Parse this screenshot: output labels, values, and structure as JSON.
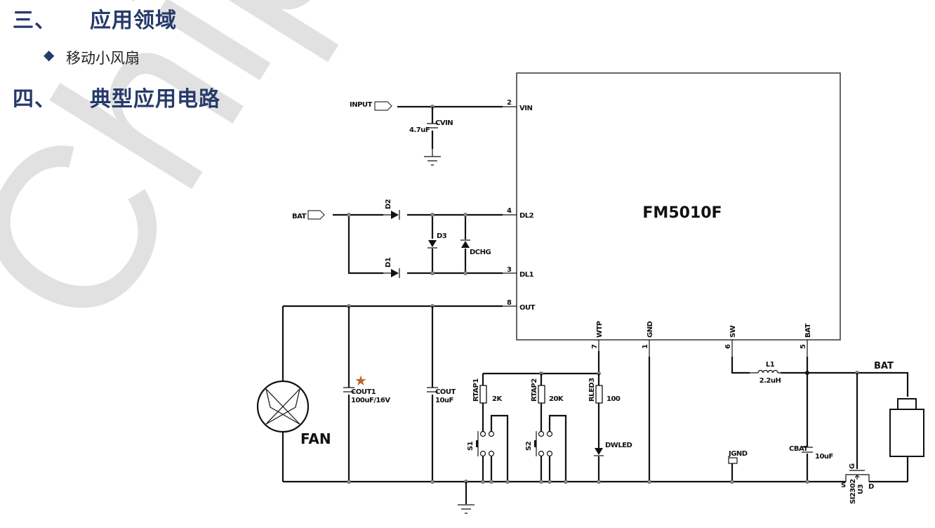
{
  "watermark": "ChipSea",
  "sections": [
    {
      "number": "三、",
      "title": "应用领域"
    },
    {
      "number": "四、",
      "title": "典型应用电路"
    }
  ],
  "applications": [
    {
      "bullet": "◆",
      "text": "移动小风扇"
    }
  ],
  "colors": {
    "heading": "#263a6b",
    "star": "#b8672e",
    "wire": "#111111"
  },
  "schematic": {
    "ic": {
      "name": "FM5010F",
      "pins": [
        {
          "num": "2",
          "name": "VIN"
        },
        {
          "num": "4",
          "name": "DL2"
        },
        {
          "num": "3",
          "name": "DL1"
        },
        {
          "num": "8",
          "name": "OUT"
        },
        {
          "num": "7",
          "name": "WTP"
        },
        {
          "num": "1",
          "name": "GND"
        },
        {
          "num": "6",
          "name": "SW"
        },
        {
          "num": "5",
          "name": "BAT"
        }
      ]
    },
    "ports": {
      "input": "INPUT",
      "bat": "BAT"
    },
    "cvin": {
      "ref": "CVIN",
      "value": "4.7uF"
    },
    "diodes": {
      "d1": "D1",
      "d2": "D2",
      "d3": "D3",
      "dchg": "DCHG",
      "dwled": "DWLED"
    },
    "fan": {
      "label": "FAN"
    },
    "cout1": {
      "ref": "COUT1",
      "value": "100uF/16V",
      "marker": "★"
    },
    "cout": {
      "ref": "COUT",
      "value": "10uF"
    },
    "rtap1": {
      "ref": "RTAP1",
      "value": "2K"
    },
    "rtap2": {
      "ref": "RTAP2",
      "value": "20K"
    },
    "rled3": {
      "ref": "RLED3",
      "value": "100"
    },
    "switches": {
      "s1": "S1",
      "s2": "S2"
    },
    "l1": {
      "ref": "L1",
      "value": "2.2uH"
    },
    "cbat": {
      "ref": "CBAT",
      "value": "10uF"
    },
    "jgnd": "JGND",
    "battery_net": "BAT",
    "mosfet": {
      "ref": "U3",
      "part": "SI2302",
      "gate": "G",
      "source": "S",
      "drain": "D"
    }
  }
}
